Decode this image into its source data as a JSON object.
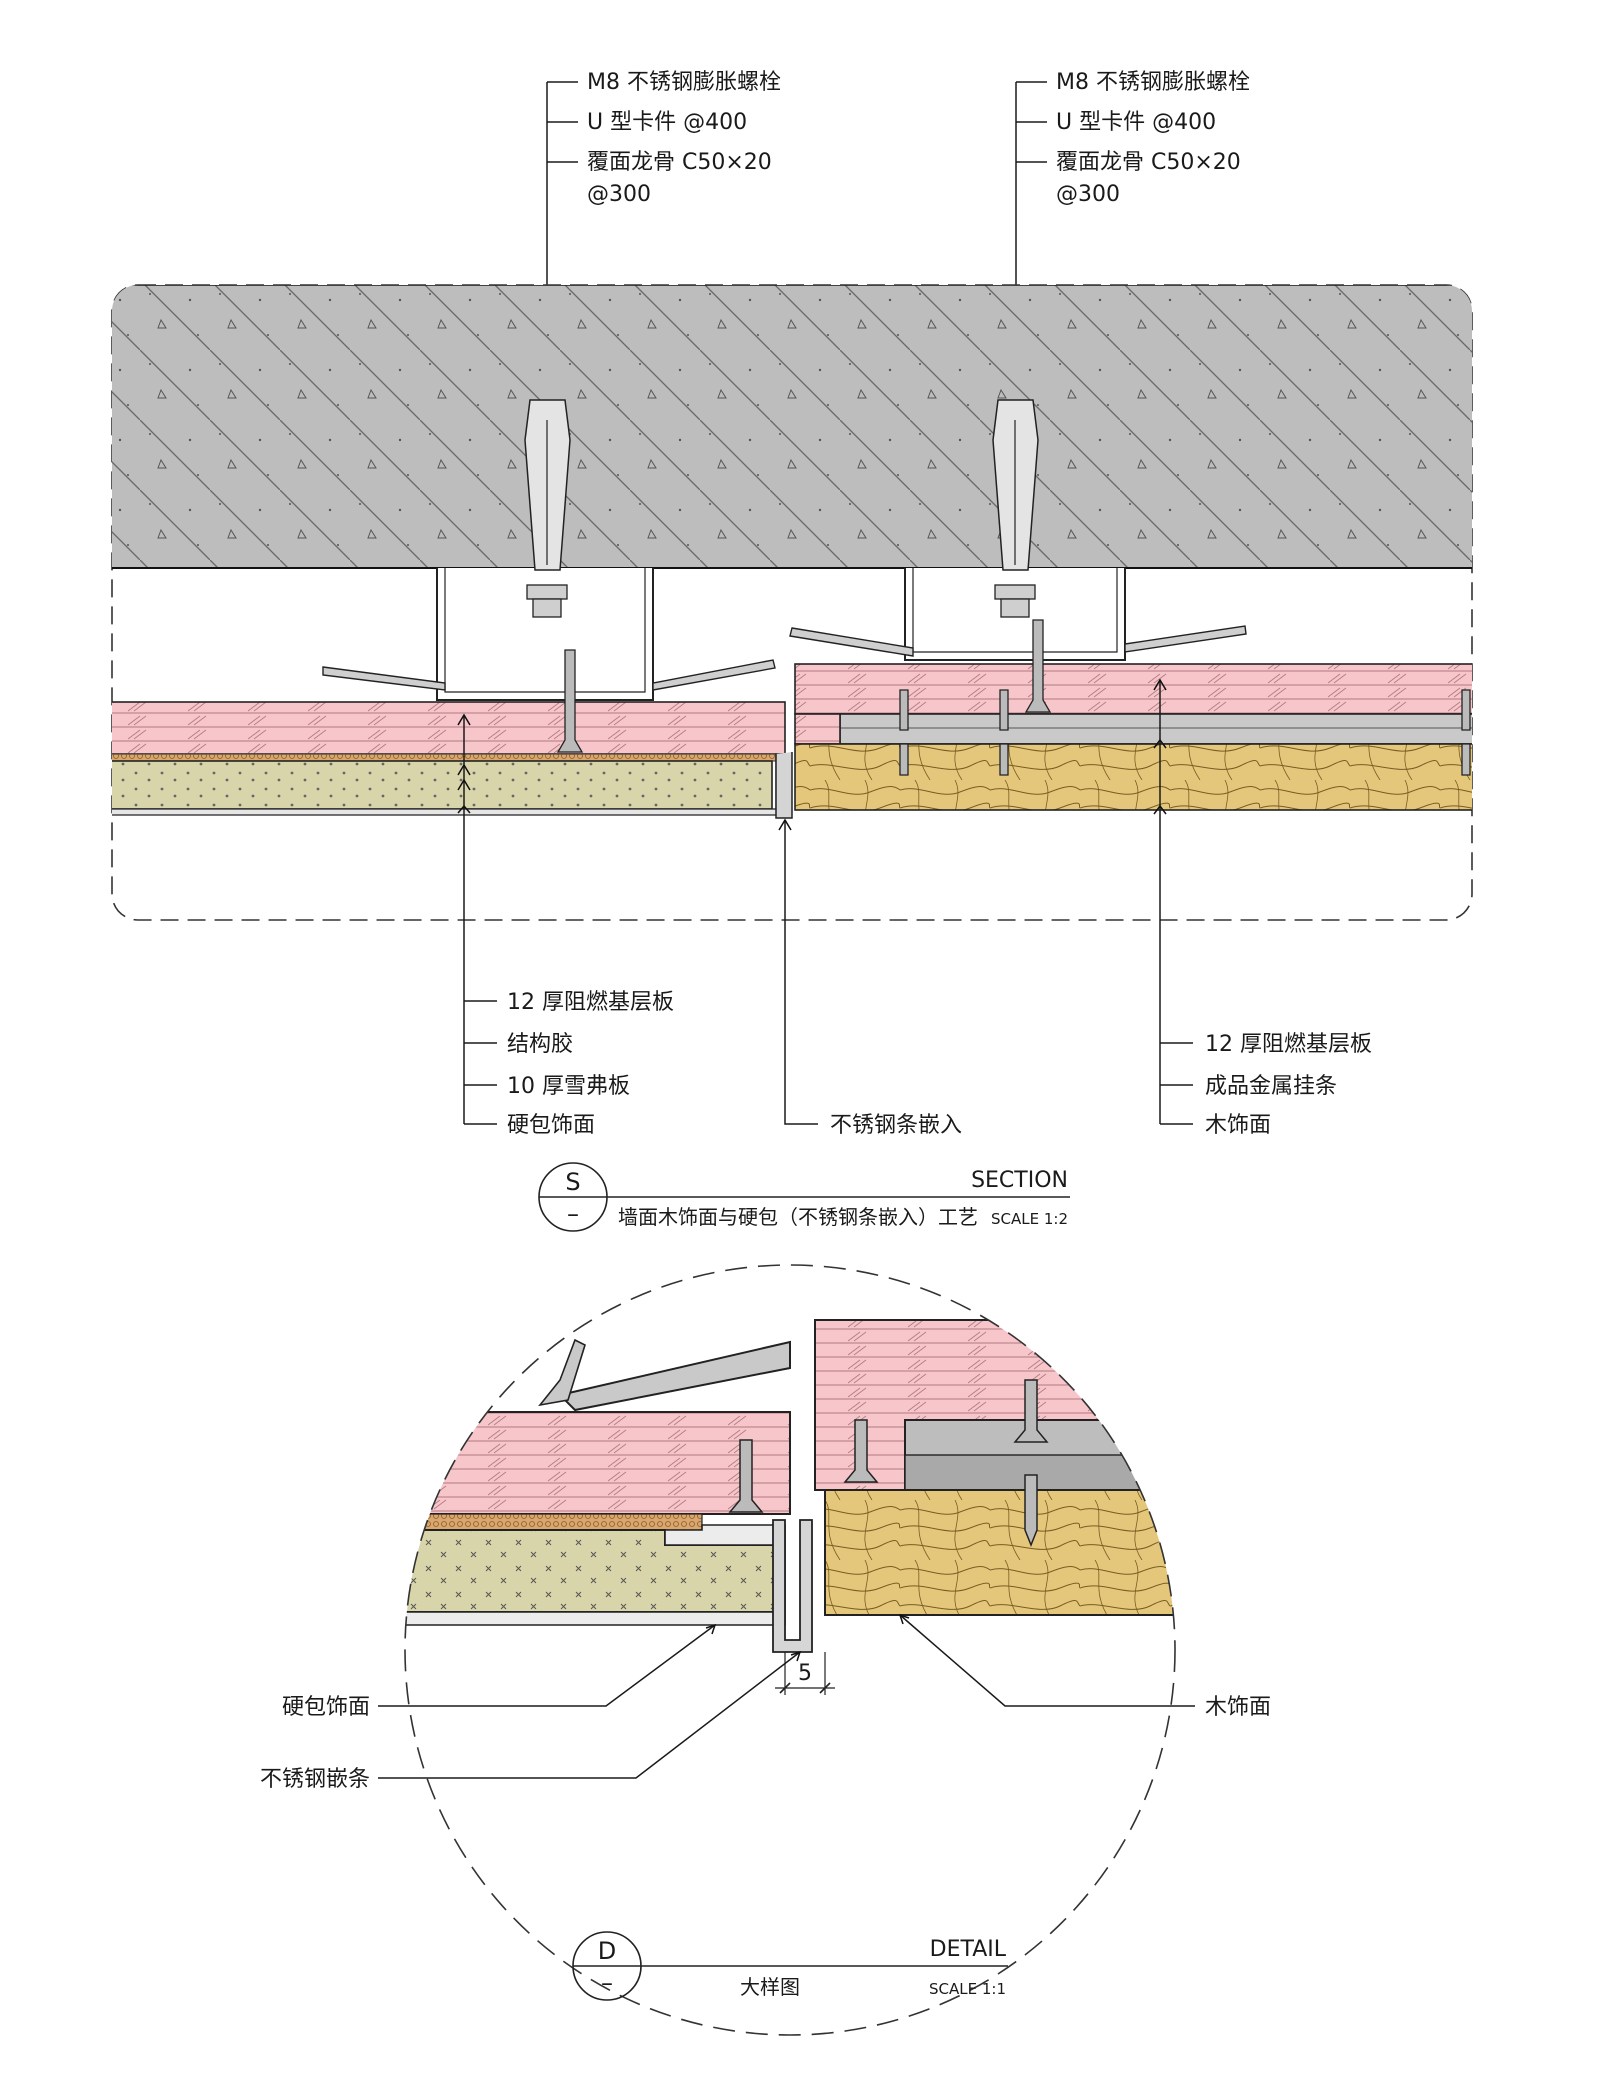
{
  "section": {
    "top_labels_left": [
      "M8 不锈钢膨胀螺栓",
      "U 型卡件 @400",
      "覆面龙骨 C50×20",
      "@300"
    ],
    "top_labels_right": [
      "M8 不锈钢膨胀螺栓",
      "U 型卡件 @400",
      "覆面龙骨 C50×20",
      "@300"
    ],
    "bottom_labels_left": [
      "12 厚阻燃基层板",
      "结构胶",
      "10 厚雪弗板",
      "硬包饰面"
    ],
    "bottom_label_middle": "不锈钢条嵌入",
    "bottom_labels_right": [
      "12 厚阻燃基层板",
      "成品金属挂条",
      "木饰面"
    ],
    "symbol": "S",
    "symbol_sub": "–",
    "title_en": "SECTION",
    "title_cn": "墙面木饰面与硬包（不锈钢条嵌入）工艺",
    "scale": "SCALE 1:2"
  },
  "detail": {
    "label_hard_pack": "硬包饰面",
    "label_steel_strip": "不锈钢嵌条",
    "label_wood": "木饰面",
    "dimension": "5",
    "symbol": "D",
    "symbol_sub": "–",
    "title_en": "DETAIL",
    "title_cn": "大样图",
    "scale": "SCALE 1:1"
  },
  "colors": {
    "concrete": "#b9b9b9",
    "plywood": "#f6c4c8",
    "foam": "#d8d4a8",
    "wood": "#e2c67a",
    "metal": "#c8c8c8",
    "glue": "#d7a46c"
  }
}
